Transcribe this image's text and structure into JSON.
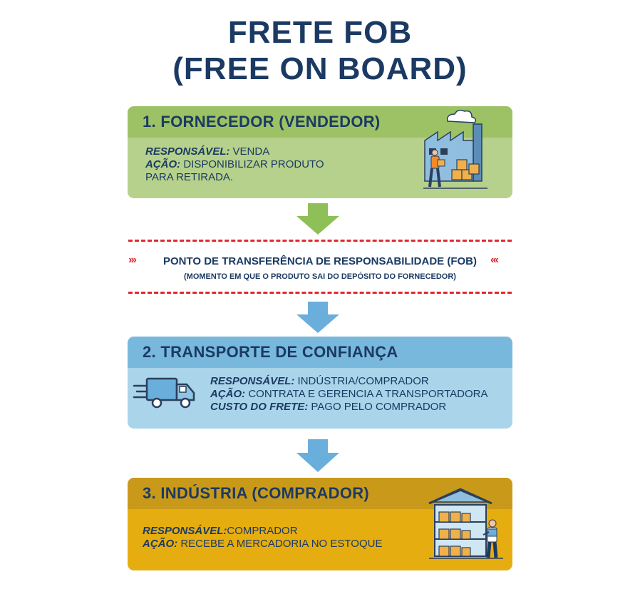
{
  "title": {
    "line1": "FRETE FOB",
    "line2": "(FREE ON BOARD)"
  },
  "step1": {
    "heading": "1. FORNECEDOR (VENDEDOR)",
    "responsavel_label": "RESPONSÁVEL:",
    "responsavel_value": " VENDA",
    "acao_label": "AÇÃO:",
    "acao_value_1": " DISPONIBILIZAR PRODUTO",
    "acao_value_2": "PARA RETIRADA.",
    "icon": "factory-worker-icon",
    "color_head": "#9cc265",
    "color_body": "#b6d18b"
  },
  "transfer": {
    "main": "PONTO DE TRANSFERÊNCIA DE RESPONSABILIDADE (FOB)",
    "sub": "(MOMENTO EM QUE O PRODUTO SAI DO DEPÓSITO DO FORNECEDOR)",
    "chevron_left": "›››",
    "chevron_right": "‹‹‹",
    "color": "#e0282e"
  },
  "step2": {
    "heading": "2. TRANSPORTE DE CONFIANÇA",
    "responsavel_label": "RESPONSÁVEL:",
    "responsavel_value": "  INDÚSTRIA/COMPRADOR",
    "acao_label": "AÇÃO:",
    "acao_value": "  CONTRATA E GERENCIA A TRANSPORTADORA",
    "custo_label": "CUSTO DO FRETE:",
    "custo_value": "  PAGO PELO COMPRADOR",
    "icon": "delivery-truck-icon",
    "color_head": "#78b8dc",
    "color_body": "#a9d4ea"
  },
  "step3": {
    "heading": "3. INDÚSTRIA (COMPRADOR)",
    "responsavel_label": "RESPONSÁVEL:",
    "responsavel_value": "COMPRADOR",
    "acao_label": "AÇÃO:",
    "acao_value": " RECEBE A MERCADORIA NO ESTOQUE",
    "icon": "warehouse-worker-icon",
    "color_head": "#c99a1a",
    "color_body": "#e5ad0f"
  }
}
